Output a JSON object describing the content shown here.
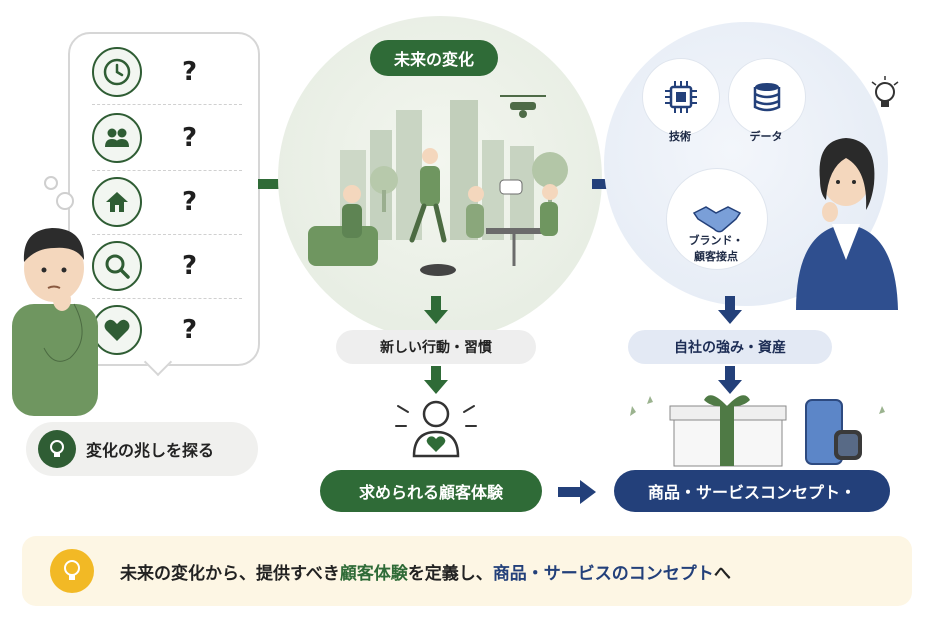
{
  "left": {
    "question_mark": "?",
    "rows": [
      {
        "icon": "clock-icon"
      },
      {
        "icon": "people-icon"
      },
      {
        "icon": "house-icon"
      },
      {
        "icon": "magnifier-icon"
      },
      {
        "icon": "heart-icon"
      }
    ],
    "pill_label": "変化の兆しを探る"
  },
  "center": {
    "title": "未来の変化",
    "step1": "新しい行動・習慣",
    "step2": "求められる顧客体験"
  },
  "right": {
    "icons": [
      {
        "name": "chip-icon",
        "label": "技術"
      },
      {
        "name": "database-icon",
        "label": "データ"
      }
    ],
    "brand_label_line1": "ブランド・",
    "brand_label_line2": "顧客接点",
    "step1": "自社の強み・資産",
    "step2": "商品・サービスコンセプト・"
  },
  "bottom": {
    "part1": "未来の変化から、提供すべき",
    "highlight_green": "顧客体験",
    "part2": "を定義し、",
    "highlight_blue": "商品・サービスのコンセプト",
    "part3": "へ"
  },
  "colors": {
    "green": "#2f6b37",
    "blue": "#23407a",
    "accent_yellow": "#f2b925"
  }
}
